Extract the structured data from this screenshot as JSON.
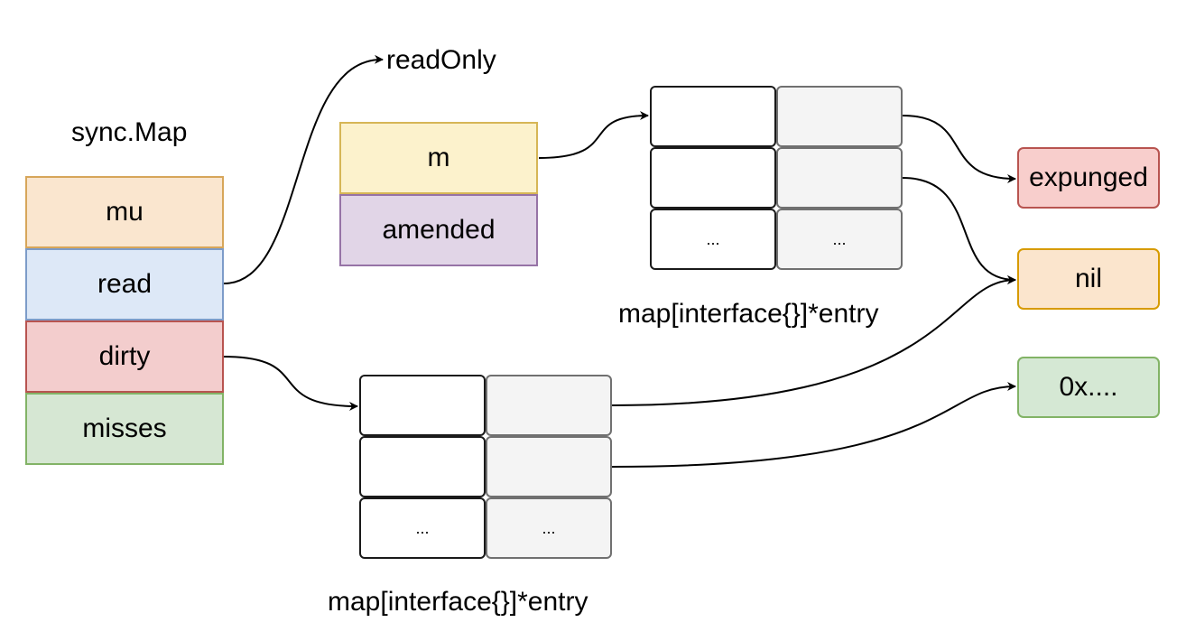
{
  "syncmap": {
    "title": "sync.Map",
    "fields": [
      {
        "label": "mu",
        "fill": "#fae6cf",
        "stroke": "#d7a65a"
      },
      {
        "label": "read",
        "fill": "#dde8f7",
        "stroke": "#7d9cc9"
      },
      {
        "label": "dirty",
        "fill": "#f3cdcd",
        "stroke": "#b85450"
      },
      {
        "label": "misses",
        "fill": "#d6e7d3",
        "stroke": "#82b366"
      }
    ]
  },
  "readonly": {
    "title": "readOnly",
    "fields": [
      {
        "label": "m",
        "fill": "#fcf2cc",
        "stroke": "#d6b656"
      },
      {
        "label": "amended",
        "fill": "#e1d5e7",
        "stroke": "#9673a6"
      }
    ]
  },
  "read_map": {
    "label": "map[interface{}]*entry",
    "cells": [
      "",
      "",
      "",
      "",
      "...",
      "..."
    ]
  },
  "dirty_map": {
    "label": "map[interface{}]*entry",
    "cells": [
      "",
      "",
      "",
      "",
      "...",
      "..."
    ]
  },
  "targets": [
    {
      "label": "expunged",
      "fill": "#f8cecc",
      "stroke": "#b85450"
    },
    {
      "label": "nil",
      "fill": "#fbe5cd",
      "stroke": "#d79b00"
    },
    {
      "label": "0x....",
      "fill": "#d5e8d4",
      "stroke": "#82b366"
    }
  ]
}
